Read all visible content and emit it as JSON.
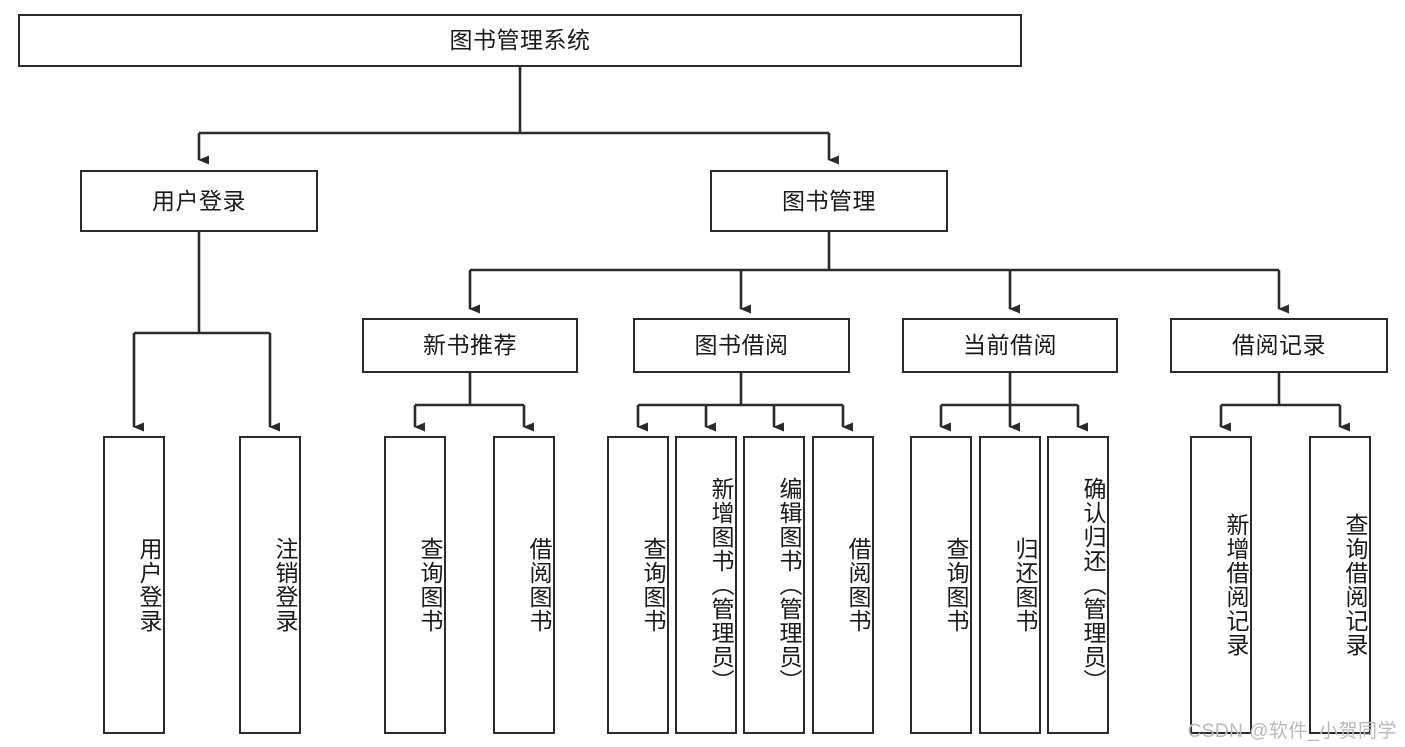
{
  "diagram": {
    "title": "图书管理系统",
    "type": "tree-hierarchy-chart",
    "watermark": "CSDN @软件_小贺同学",
    "colors": {
      "box_border": "#2b2b2b",
      "box_fill": "#ffffff",
      "edge": "#2b2b2b",
      "text": "#1a1a1a",
      "watermark": "#b9b9b9",
      "background": "#ffffff"
    }
  },
  "root": {
    "label": "图书管理系统"
  },
  "level2": [
    {
      "label": "用户登录"
    },
    {
      "label": "图书管理"
    }
  ],
  "level3": [
    {
      "label": "新书推荐"
    },
    {
      "label": "图书借阅"
    },
    {
      "label": "当前借阅"
    },
    {
      "label": "借阅记录"
    }
  ],
  "leaves": {
    "user_login": [
      {
        "label": "用户登录"
      },
      {
        "label": "注销登录"
      }
    ],
    "new_book_recommend": [
      {
        "label": "查询图书"
      },
      {
        "label": "借阅图书"
      }
    ],
    "book_borrow": [
      {
        "label": "查询图书"
      },
      {
        "label": "新增图书（管理员）"
      },
      {
        "label": "编辑图书（管理员）"
      },
      {
        "label": "借阅图书"
      }
    ],
    "current_borrow": [
      {
        "label": "查询图书"
      },
      {
        "label": "归还图书"
      },
      {
        "label": "确认归还（管理员）"
      }
    ],
    "borrow_record": [
      {
        "label": "新增借阅记录"
      },
      {
        "label": "查询借阅记录"
      }
    ]
  }
}
